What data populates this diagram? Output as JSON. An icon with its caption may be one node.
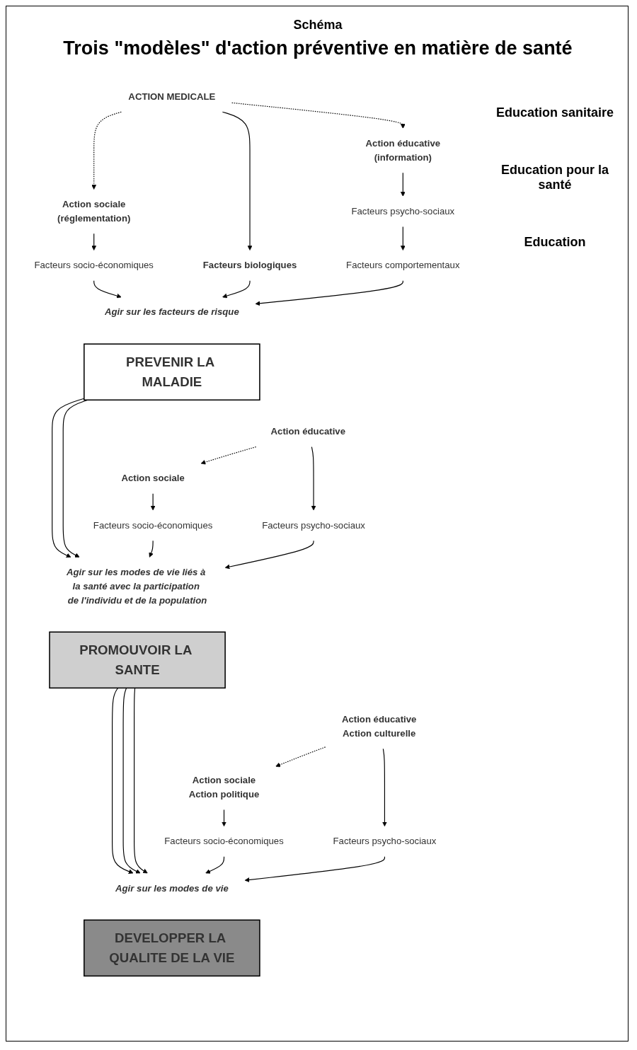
{
  "diagram": {
    "title": "Trois \"modèles\" d'action préventive en matière de santé",
    "nodes": [
      {
        "text": [
          "ACTION MEDICALE"
        ]
      },
      {
        "text": [
          "Action sociale",
          "(réglementation)"
        ]
      },
      {
        "text": [
          "Facteurs biologiques"
        ]
      },
      {
        "text": [
          "Action éducative",
          "(information)"
        ]
      },
      {
        "text": [
          "Facteurs socio-économiques"
        ]
      },
      {
        "text": [
          "Facteurs psycho-sociaux"
        ]
      },
      {
        "text": [
          "Agir sur les facteurs de risque"
        ]
      },
      {
        "text": [
          "Facteurs comportementaux"
        ]
      },
      {
        "text": [
          "PREVENIR LA MALADIE"
        ]
      },
      {
        "text": [
          "Action sociale"
        ]
      },
      {
        "text": [
          "Action éducative"
        ]
      },
      {
        "text": [
          "Facteurs socio-économiques"
        ]
      },
      {
        "text": [
          "Agir sur les modes de vie liés à la santé avec la participation de l'individu et de la population"
        ]
      },
      {
        "text": [
          "Facteurs psycho-sociaux"
        ]
      },
      {
        "text": [
          "PROMOUVOIR LA SANTE"
        ]
      },
      {
        "text": [
          "Action sociale",
          "Action politique"
        ]
      },
      {
        "text": [
          "Action éducative",
          "Action culturelle"
        ]
      },
      {
        "text": [
          "Facteurs socio-économiques"
        ]
      },
      {
        "text": [
          "Agir sur les modes de vie"
        ]
      },
      {
        "text": [
          "Facteurs psycho-sociaux"
        ]
      },
      {
        "text": [
          "DEVELOPPER LA QUALITE DE LA VIE"
        ]
      }
    ],
    "edges": [
      {
        "from": 0,
        "to": 1,
        "arrow": "to",
        "style": "dashed"
      },
      {
        "from": 0,
        "to": 2,
        "arrow": "to"
      },
      {
        "from": 0,
        "to": 3,
        "arrow": "to",
        "style": "dashed"
      },
      {
        "from": 1,
        "to": 4,
        "arrow": "to"
      },
      {
        "from": 3,
        "to": 5,
        "arrow": "to"
      },
      {
        "from": 2,
        "to": 6,
        "arrow": "to"
      },
      {
        "from": 4,
        "to": 6,
        "arrow": "to"
      },
      {
        "from": 5,
        "to": 7,
        "arrow": "to"
      },
      {
        "from": 7,
        "to": 6,
        "arrow": "to"
      },
      {
        "from": 8,
        "to": 12,
        "arrow": "to"
      },
      {
        "from": 8,
        "to": 12,
        "arrow": "to"
      },
      {
        "from": 10,
        "to": 9,
        "arrow": "to",
        "style": "dashed"
      },
      {
        "from": 9,
        "to": 11,
        "arrow": "to"
      },
      {
        "from": 10,
        "to": 13,
        "arrow": "to"
      },
      {
        "from": 11,
        "to": 12,
        "arrow": "to"
      },
      {
        "from": 13,
        "to": 12,
        "arrow": "to"
      },
      {
        "from": 14,
        "to": 18,
        "arrow": "to"
      },
      {
        "from": 14,
        "to": 18,
        "arrow": "to"
      },
      {
        "from": 14,
        "to": 18,
        "arrow": "to"
      },
      {
        "from": 16,
        "to": 15,
        "arrow": "to",
        "style": "dashed"
      },
      {
        "from": 15,
        "to": 17,
        "arrow": "to"
      },
      {
        "from": 16,
        "to": 19,
        "arrow": "to"
      },
      {
        "from": 17,
        "to": 18,
        "arrow": "to"
      },
      {
        "from": 19,
        "to": 18,
        "arrow": "to"
      }
    ],
    "labels": [
      "Schéma",
      "Education sanitaire",
      "Education pour la santé",
      "Education"
    ]
  }
}
